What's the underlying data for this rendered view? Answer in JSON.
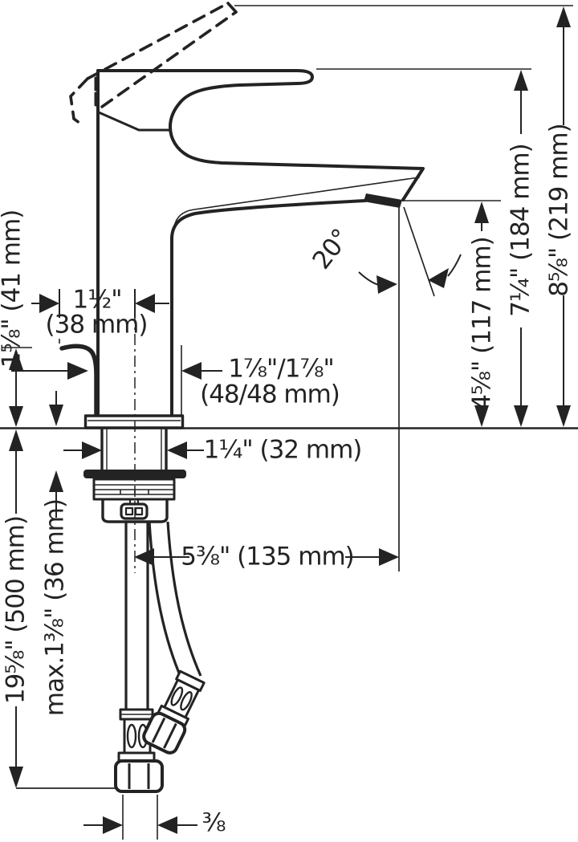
{
  "colors": {
    "line": "#232323",
    "background": "#ffffff"
  },
  "labels": {
    "rod_height": "1⅝\" (41 mm)",
    "hose_length": "19⅝\" (500 mm)",
    "max_mounting_thickness": "max.1⅜\" (36 mm)",
    "rod_offset_inch": "1½\"",
    "rod_offset_mm": "(38 mm)",
    "handle_clearance_inch": "1⅞\"/1⅞\"",
    "handle_clearance_mm": "(48/48 mm)",
    "shank_diameter": "1¼\" (32 mm)",
    "spout_reach": "5⅜\" (135 mm)",
    "spray_angle": "20°",
    "spout_height": "4⅝\" (117 mm)",
    "faucet_height": "7¼\" (184 mm)",
    "total_height": "8⅝\" (219 mm)",
    "hose_thread": "⅜"
  }
}
